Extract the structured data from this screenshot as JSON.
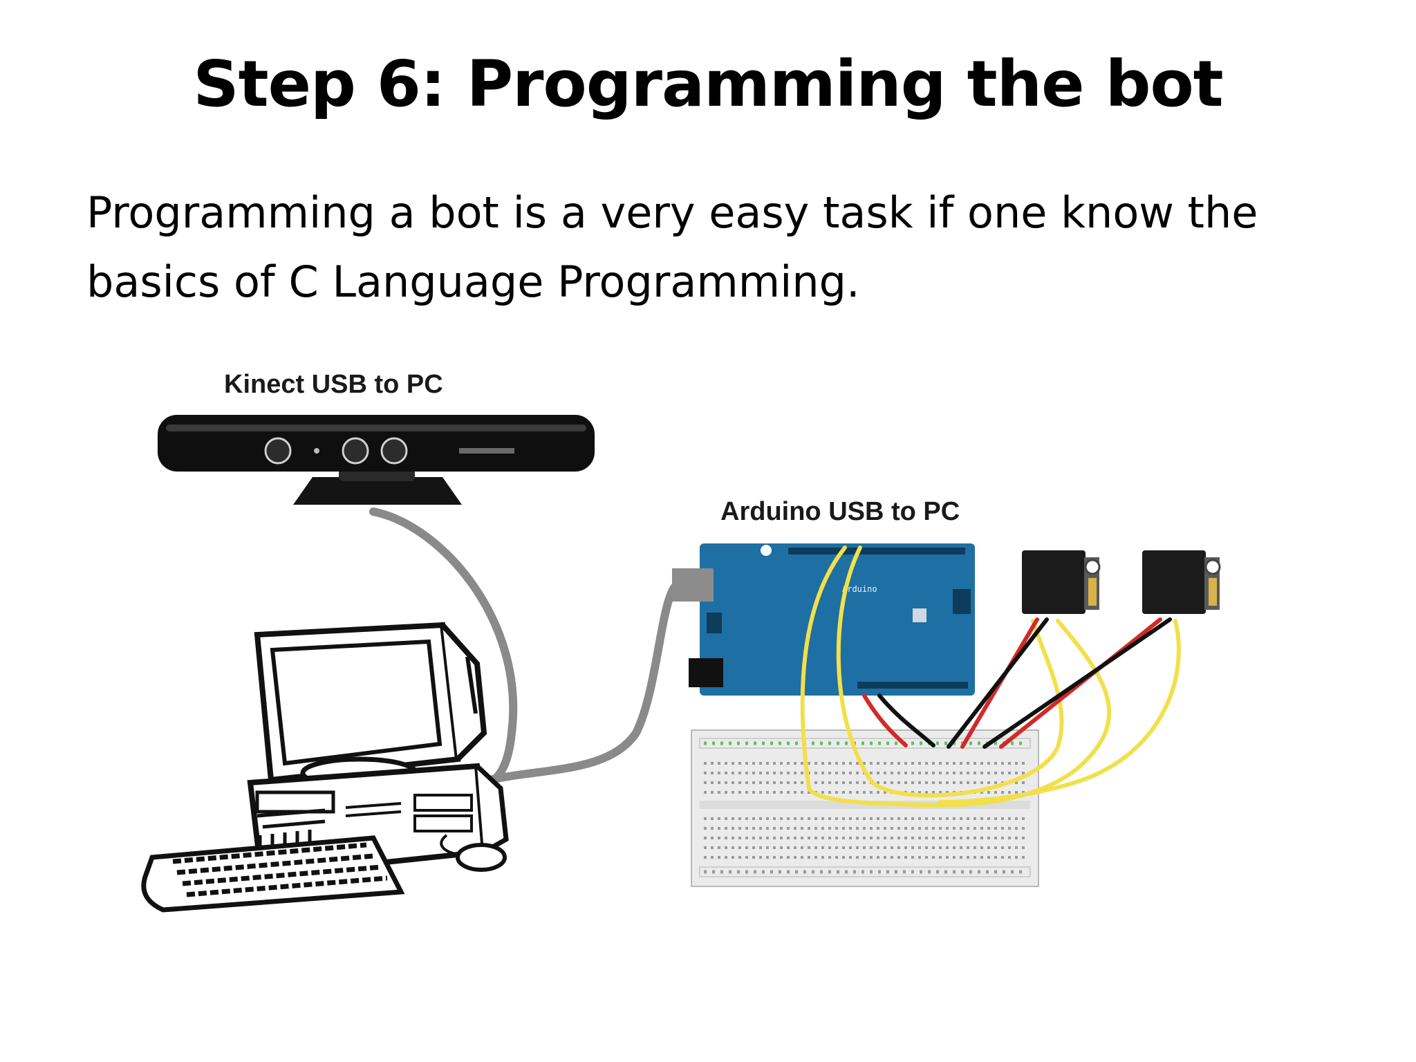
{
  "slide": {
    "title": "Step 6: Programming the bot",
    "body_lines": [
      "Programming a bot is a very easy task if one know the",
      "basics of C Language Programming."
    ]
  },
  "diagram": {
    "kinect_label": "Kinect USB to PC",
    "arduino_label": "Arduino USB to PC",
    "arduino_board_text": "Arduino",
    "colors": {
      "board": "#1e6fa3",
      "cable": "#8a8a8a",
      "wire_yellow": "#f2e04a",
      "wire_red": "#d12a2a",
      "wire_black": "#111111",
      "breadboard": "#ebebeb",
      "servo": "#1b1b1b"
    }
  }
}
